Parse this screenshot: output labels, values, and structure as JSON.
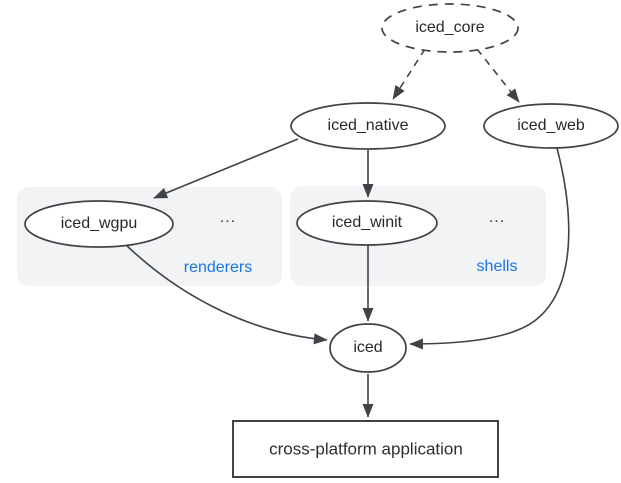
{
  "diagram": {
    "type": "dependency-graph",
    "nodes": {
      "iced_core": {
        "label": "iced_core",
        "shape": "ellipse",
        "style": "dashed"
      },
      "iced_native": {
        "label": "iced_native",
        "shape": "ellipse",
        "style": "solid"
      },
      "iced_web": {
        "label": "iced_web",
        "shape": "ellipse",
        "style": "solid"
      },
      "iced_wgpu": {
        "label": "iced_wgpu",
        "shape": "ellipse",
        "style": "solid",
        "group": "renderers"
      },
      "iced_winit": {
        "label": "iced_winit",
        "shape": "ellipse",
        "style": "solid",
        "group": "shells"
      },
      "iced": {
        "label": "iced",
        "shape": "ellipse",
        "style": "solid"
      },
      "app": {
        "label": "cross-platform application",
        "shape": "rectangle",
        "style": "solid"
      }
    },
    "groups": {
      "renderers": {
        "label": "renderers",
        "ellipsis": "..."
      },
      "shells": {
        "label": "shells",
        "ellipsis": "..."
      }
    },
    "edges": [
      {
        "from": "iced_core",
        "to": "iced_native",
        "style": "dashed"
      },
      {
        "from": "iced_core",
        "to": "iced_web",
        "style": "dashed"
      },
      {
        "from": "iced_native",
        "to": "iced_wgpu",
        "style": "solid"
      },
      {
        "from": "iced_native",
        "to": "iced_winit",
        "style": "solid"
      },
      {
        "from": "iced_wgpu",
        "to": "iced",
        "style": "solid"
      },
      {
        "from": "iced_winit",
        "to": "iced",
        "style": "solid"
      },
      {
        "from": "iced_web",
        "to": "iced",
        "style": "solid"
      },
      {
        "from": "iced",
        "to": "app",
        "style": "solid"
      }
    ],
    "colors": {
      "stroke": "#3f4347",
      "text": "#26292c",
      "group_background": "#f1f3f4",
      "group_label": "#1a73e8",
      "node_fill": "#ffffff"
    }
  }
}
